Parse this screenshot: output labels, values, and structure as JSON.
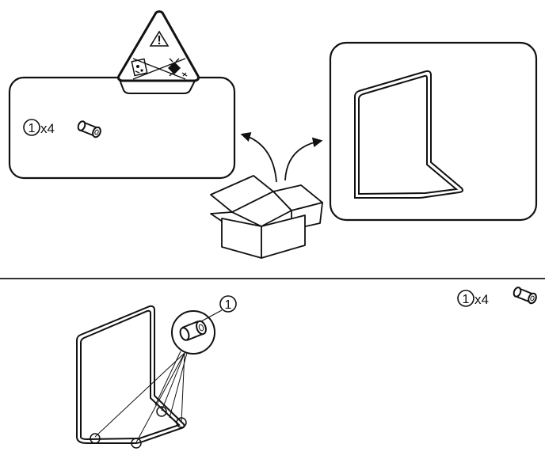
{
  "parts": {
    "part_number": "1",
    "quantity_label": "x4",
    "part_icon": "tube-cap-icon"
  },
  "warning": {
    "symbol": "!",
    "icon": "warning-triangle-icon",
    "prohibited_icons": [
      "no-sharp-tools-icon",
      "no-cutting-icon"
    ]
  },
  "step1": {
    "unpack_icon": "open-box-icon",
    "frame_icon": "goal-frame-icon"
  },
  "step2": {
    "callout_number": "1",
    "frame_icon": "goal-frame-icon"
  },
  "colors": {
    "line": "#111111",
    "background": "#ffffff",
    "divider": "#333333"
  }
}
